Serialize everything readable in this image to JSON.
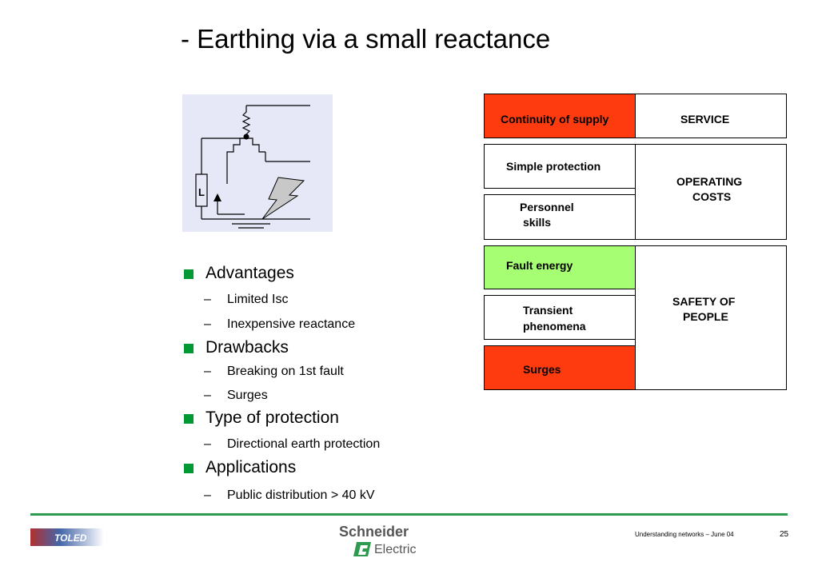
{
  "slide": {
    "title": "- Earthing via a small reactance",
    "diagram": {
      "reactor_label": "L"
    }
  },
  "bullets": {
    "advantages": {
      "heading": "Advantages",
      "items": [
        "Limited Isc",
        "Inexpensive reactance"
      ]
    },
    "drawbacks": {
      "heading": "Drawbacks",
      "items": [
        "Breaking on 1st fault",
        "Surges"
      ]
    },
    "protection": {
      "heading": "Type of protection",
      "items": [
        "Directional earth protection"
      ]
    },
    "applications": {
      "heading": "Applications",
      "items": [
        "Public distribution  > 40 kV"
      ]
    },
    "bullet_color": "#009933",
    "dash": "–"
  },
  "table": {
    "continuity": "Continuity of supply",
    "service": "SERVICE",
    "simple_protection": "Simple protection",
    "personnel_line1": "Personnel",
    "personnel_line2": "skills",
    "operating_line1": "OPERATING",
    "operating_line2": "COSTS",
    "fault_energy": "Fault energy",
    "transient_line1": "Transient",
    "transient_line2": "phenomena",
    "surges": "Surges",
    "safety_line1": "SAFETY OF",
    "safety_line2": "PEOPLE",
    "colors": {
      "red": "#fe3b0f",
      "green": "#a6fe72"
    }
  },
  "footer": {
    "logo_left": "TOLED",
    "brand_line1": "Schneider",
    "brand_line2": "Electric",
    "caption": "Understanding networks – June 04",
    "page_number": "25"
  }
}
